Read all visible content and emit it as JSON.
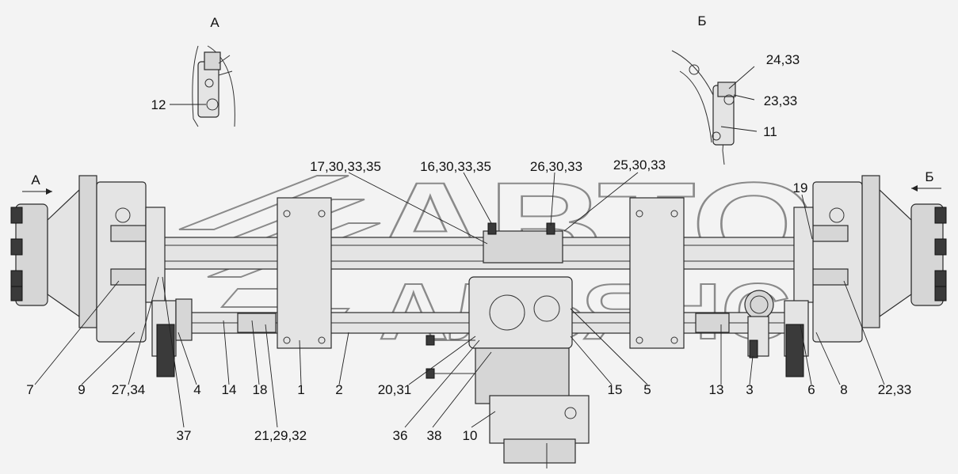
{
  "views": {
    "a": "А",
    "b": "Б"
  },
  "arrows": {
    "left": "А",
    "right": "Б"
  },
  "watermark": {
    "line1": "АВТО",
    "line2": "АЛЬЯНС"
  },
  "callouts": {
    "top": [
      "17,30,33,35",
      "16,30,33,35",
      "26,30,33",
      "25,30,33",
      "19"
    ],
    "view_a": [
      "12"
    ],
    "view_b": [
      "24,33",
      "23,33",
      "11"
    ],
    "bottom": [
      "7",
      "9",
      "27,34",
      "4",
      "14",
      "18",
      "1",
      "2",
      "20,31",
      "15",
      "5",
      "13",
      "3",
      "6",
      "8",
      "22,33"
    ],
    "lower": [
      "37",
      "21,29,32",
      "36",
      "38",
      "10"
    ]
  }
}
